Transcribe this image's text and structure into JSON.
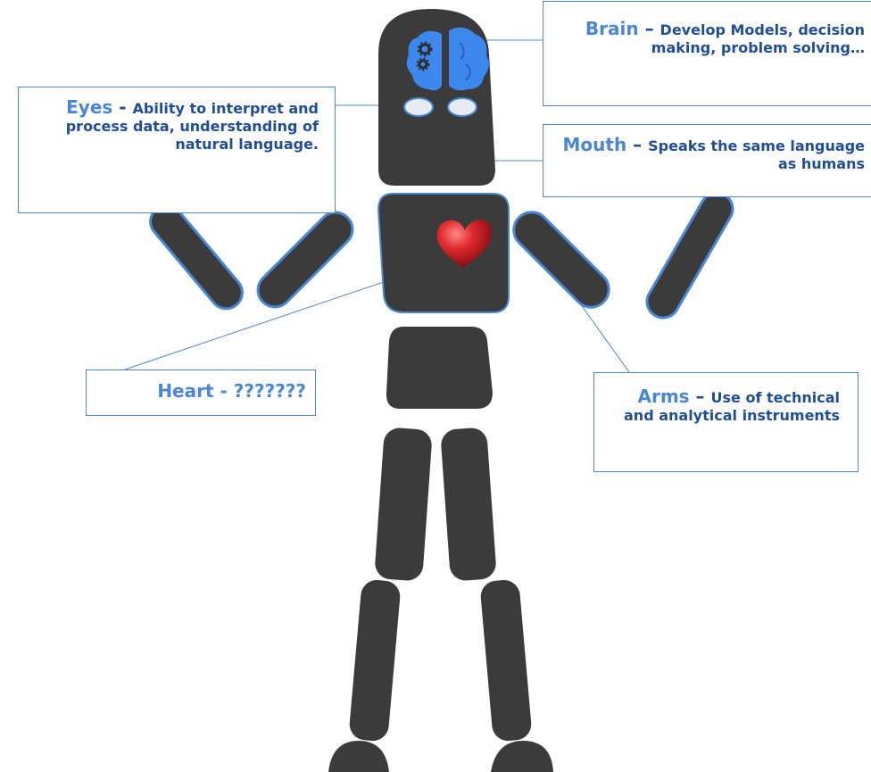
{
  "colors": {
    "body": "#3b3b3b",
    "outline": "#4a86d8",
    "term": "#4a86d8",
    "text": "#1f4e99",
    "eye_fill": "#e7ecf3",
    "heart": "#c8181d",
    "brain": "#3d88ee"
  },
  "callouts": {
    "brain": {
      "term": "Brain",
      "sep": " – ",
      "desc": "Develop Models, decision making, problem solving…"
    },
    "eyes": {
      "term": "Eyes",
      "sep": " - ",
      "desc": "Ability to interpret and process data, understanding of natural language."
    },
    "mouth": {
      "term": "Mouth",
      "sep": " – ",
      "desc": "Speaks the same language as humans"
    },
    "heart": {
      "term": "Heart",
      "sep": " - ",
      "desc": "???????"
    },
    "arms": {
      "term": "Arms",
      "sep": " – ",
      "desc": "Use of technical and analytical instruments"
    }
  },
  "icons": {
    "brain": "brain-with-gears-icon",
    "heart": "heart-icon"
  }
}
